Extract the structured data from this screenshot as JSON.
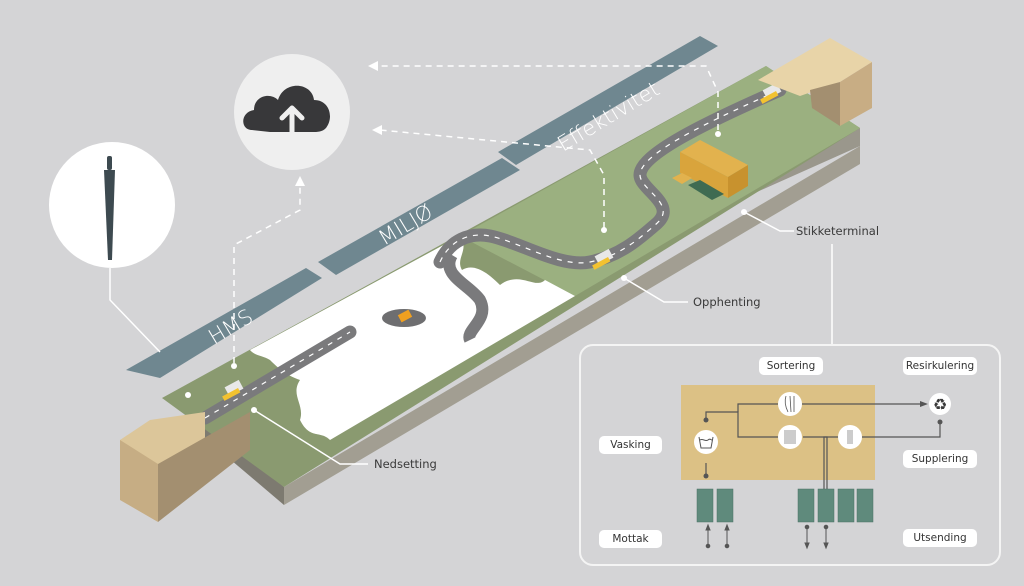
{
  "title": "Stikketerminal prosessdiagram",
  "bands": [
    {
      "label": "HMS"
    },
    {
      "label": "MILJØ"
    },
    {
      "label": "Effektivitet"
    }
  ],
  "callouts": {
    "nedsetting": "Nedsetting",
    "opphenting": "Opphenting",
    "stikketerminal": "Stikketerminal"
  },
  "icons": {
    "cloud": "cloud-upload-icon",
    "stake": "stake-icon",
    "recycle": "recycle-icon",
    "wash": "wash-icon"
  },
  "terminal_panel": {
    "labels": {
      "sortering": "Sortering",
      "resirkulering": "Resirkulering",
      "vasking": "Vasking",
      "supplering": "Supplering",
      "mottak": "Mottak",
      "utsending": "Utsending"
    },
    "recycle_glyph": "♻"
  },
  "colors": {
    "background": "#d4d4d6",
    "band": "#6f8790",
    "grass": "#8a9a70",
    "snow": "#ffffff",
    "road": "#7a7a7c",
    "building": "#d9a43c",
    "container": "#5f8a7c",
    "terminal_area": "#dcc185",
    "tunnel": "#d9c59a"
  }
}
